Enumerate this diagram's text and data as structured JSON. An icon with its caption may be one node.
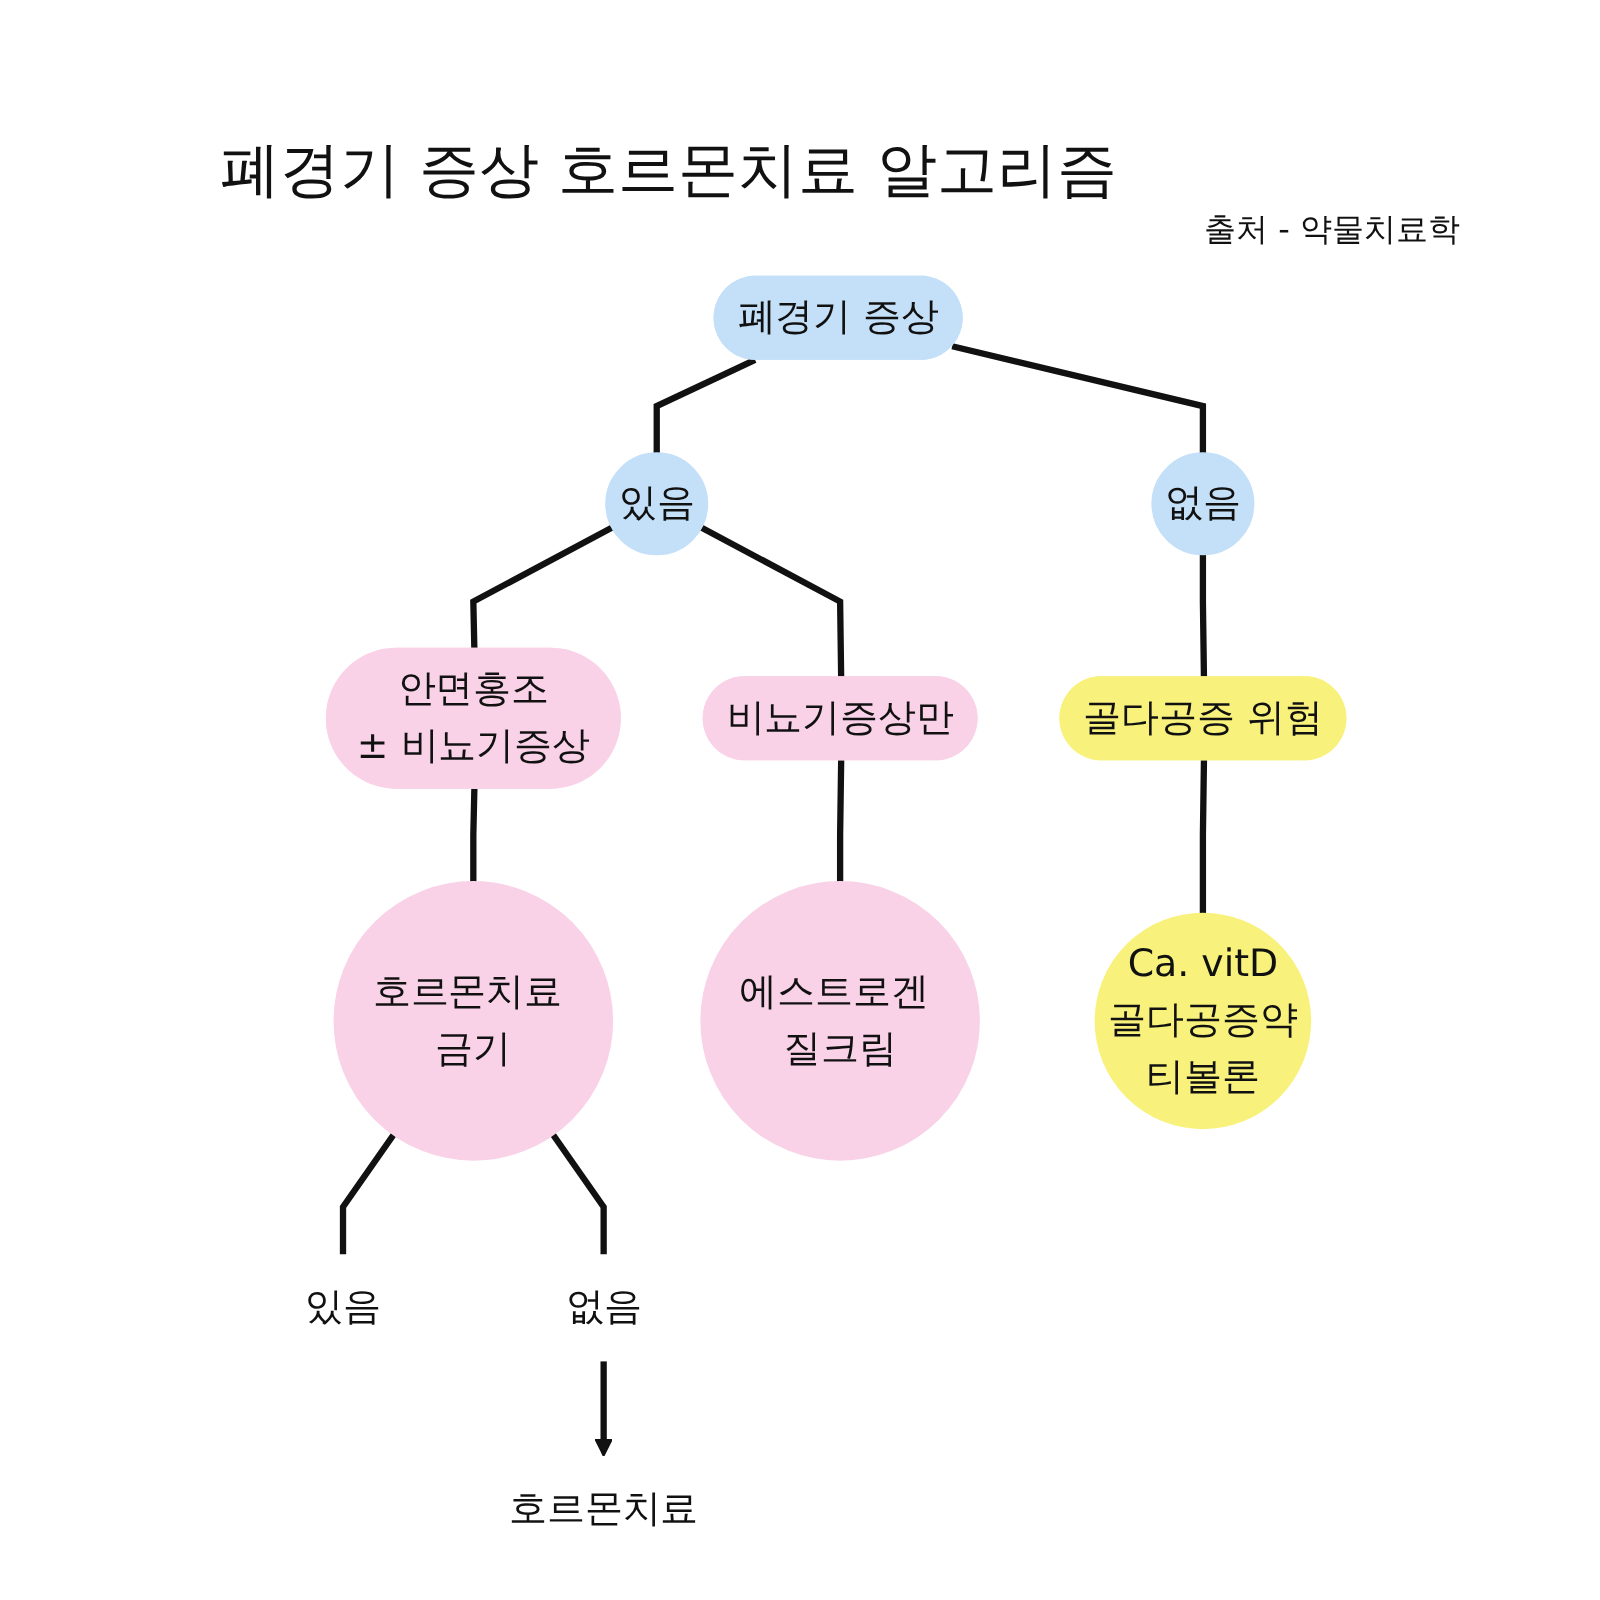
{
  "diagram": {
    "title": "폐경기 증상 호르몬치료 알고리즘",
    "nodes": [
      {
        "text": [
          "폐경기 증상"
        ]
      },
      {
        "text": [
          "있음"
        ]
      },
      {
        "text": [
          "없음"
        ]
      },
      {
        "text": [
          "안면홍조",
          "± 비뇨기증상"
        ]
      },
      {
        "text": [
          "비뇨기증상만"
        ]
      },
      {
        "text": [
          "골다공증 위험"
        ]
      },
      {
        "text": [
          "호르몬치료 금기"
        ]
      },
      {
        "text": [
          "에스트로겐 질크림"
        ]
      },
      {
        "text": [
          "Ca. vitD",
          "골다공증약",
          "티볼론"
        ]
      },
      {
        "text": [
          "있음"
        ]
      },
      {
        "text": [
          "없음"
        ]
      },
      {
        "text": [
          "호르몬치료"
        ]
      }
    ],
    "edges": [
      {
        "from": 0,
        "to": 1,
        "arrow": "none"
      },
      {
        "from": 0,
        "to": 2,
        "arrow": "none"
      },
      {
        "from": 1,
        "to": 3,
        "arrow": "none"
      },
      {
        "from": 1,
        "to": 4,
        "arrow": "none"
      },
      {
        "from": 2,
        "to": 5,
        "arrow": "none"
      },
      {
        "from": 3,
        "to": 6,
        "arrow": "none"
      },
      {
        "from": 4,
        "to": 7,
        "arrow": "none"
      },
      {
        "from": 5,
        "to": 8,
        "arrow": "none"
      },
      {
        "from": 6,
        "to": 9,
        "arrow": "none"
      },
      {
        "from": 6,
        "to": 10,
        "arrow": "none"
      },
      {
        "from": 10,
        "to": 11,
        "arrow": "to"
      }
    ],
    "labels": [
      "출처 - 약물치료학"
    ]
  }
}
